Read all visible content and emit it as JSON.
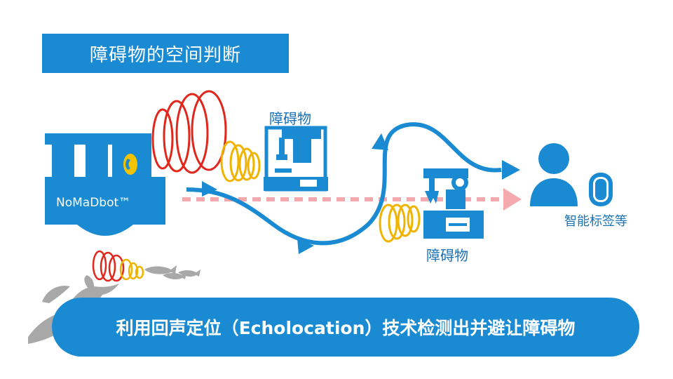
{
  "title": "障碍物的空间判断",
  "robot": {
    "name": "NoMaDbot™"
  },
  "obstacles": [
    {
      "label": "障碍物"
    },
    {
      "label": "障碍物"
    }
  ],
  "target": {
    "label": "智能标签等"
  },
  "caption": "利用回声定位（Echolocation）技术检测出并避让障碍物",
  "colors": {
    "brand_blue": "#1a8bd3",
    "label_blue": "#1872b8",
    "wave_red": "#e1261c",
    "wave_yellow": "#f0b400",
    "dotted_path": "#f4a9ad",
    "dolphin_gray": "#a8a8a8"
  },
  "icons": [
    "robot-icon",
    "obstacle-machine-icon",
    "robot-arm-machine-icon",
    "person-icon",
    "smart-tag-icon",
    "dolphin-icon",
    "fish-icon"
  ]
}
